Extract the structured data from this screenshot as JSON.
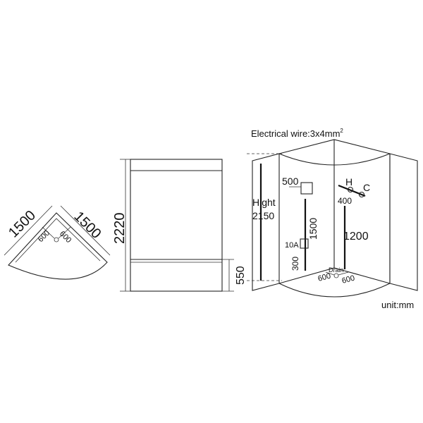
{
  "plan_view": {
    "left_width": "1500",
    "right_width": "1500",
    "drain_left": "600",
    "drain_right": "600"
  },
  "front_view": {
    "total_height": "2220",
    "base_height": "550"
  },
  "iso_view": {
    "electrical_wire": "Electrical wire:3x4mm",
    "electrical_wire_sup": "2",
    "height_label": "Hight",
    "height_value": "2150",
    "box_label": "500",
    "hot_label": "H",
    "cold_label": "C",
    "valve_spacing": "400",
    "box_height": "1500",
    "valve_height": "1200",
    "fuse_label": "10A",
    "fuse_height": "300",
    "drain_label": "Drain",
    "drain_left": "600",
    "drain_right": "600"
  },
  "unit": "unit:mm"
}
